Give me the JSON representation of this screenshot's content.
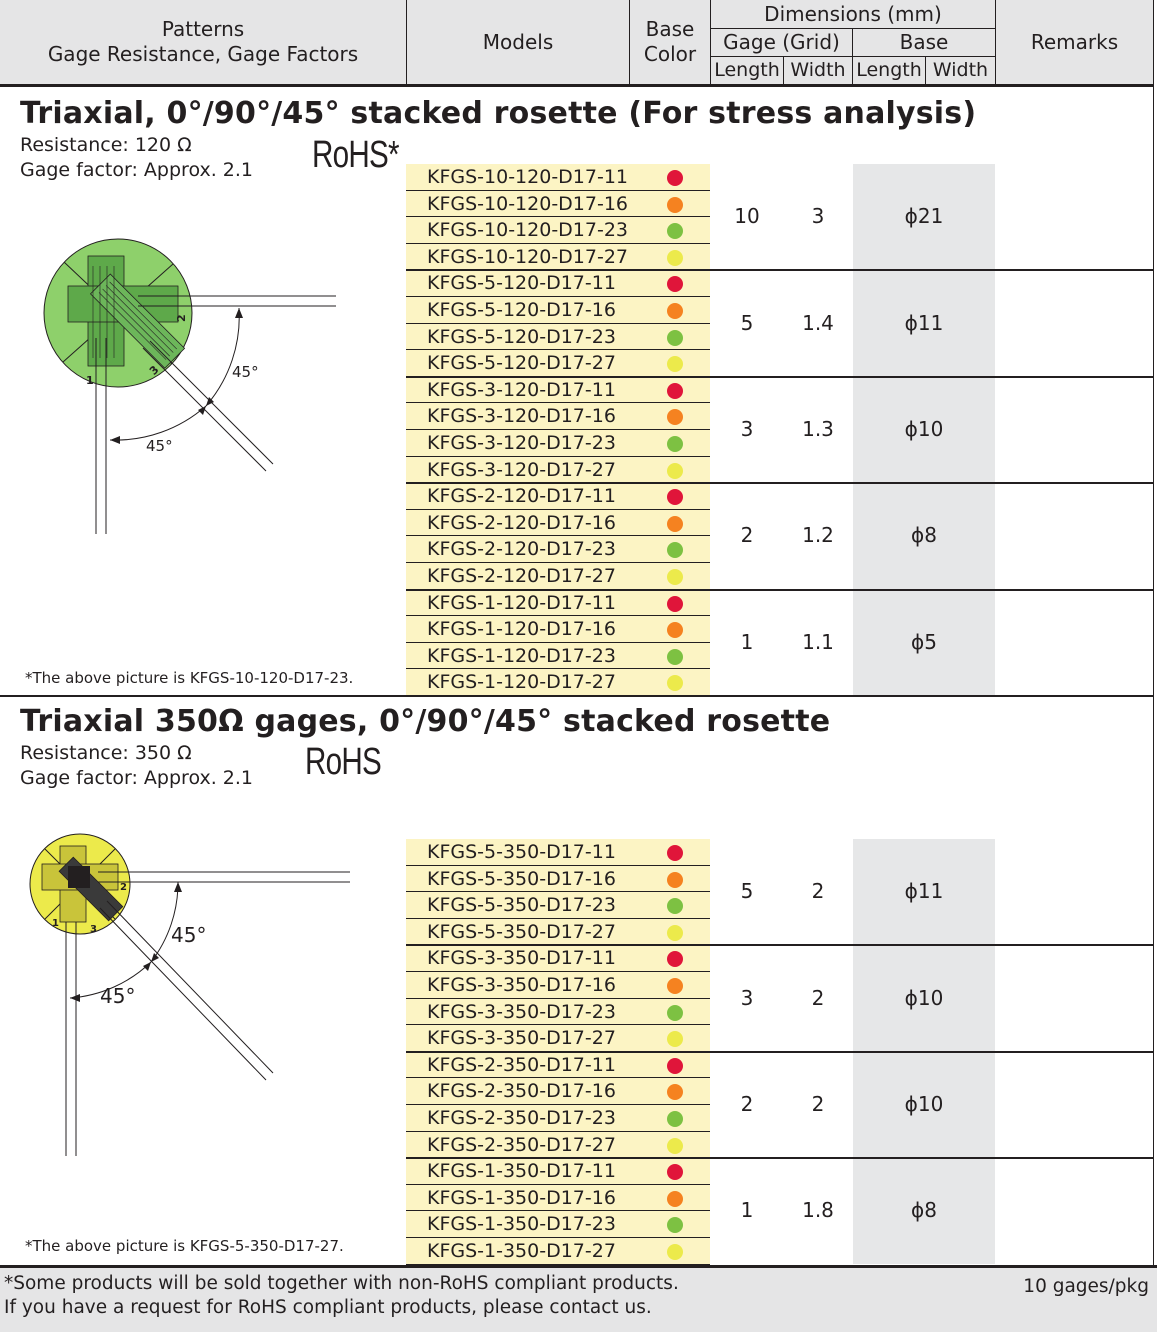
{
  "header": {
    "patterns": "Patterns",
    "patterns_sub": "Gage Resistance, Gage Factors",
    "models": "Models",
    "base_color_1": "Base",
    "base_color_2": "Color",
    "dimensions": "Dimensions (mm)",
    "gage_grid": "Gage (Grid)",
    "base": "Base",
    "length": "Length",
    "width": "Width",
    "remarks": "Remarks"
  },
  "section1": {
    "title": "Triaxial, 0°/90°/45° stacked rosette (For stress analysis)",
    "resistance": "Resistance: 120 Ω",
    "gage_factor": "Gage factor: Approx. 2.1",
    "rohs": "RoHS*",
    "note": "*The above picture is KFGS-10-120-D17-23.",
    "angle_a": "45°",
    "angle_b": "45°",
    "groups": [
      {
        "models": [
          "KFGS-10-120-D17-11",
          "KFGS-10-120-D17-16",
          "KFGS-10-120-D17-23",
          "KFGS-10-120-D17-27"
        ],
        "length": "10",
        "width": "3",
        "base": "ϕ21"
      },
      {
        "models": [
          "KFGS-5-120-D17-11",
          "KFGS-5-120-D17-16",
          "KFGS-5-120-D17-23",
          "KFGS-5-120-D17-27"
        ],
        "length": "5",
        "width": "1.4",
        "base": "ϕ11"
      },
      {
        "models": [
          "KFGS-3-120-D17-11",
          "KFGS-3-120-D17-16",
          "KFGS-3-120-D17-23",
          "KFGS-3-120-D17-27"
        ],
        "length": "3",
        "width": "1.3",
        "base": "ϕ10"
      },
      {
        "models": [
          "KFGS-2-120-D17-11",
          "KFGS-2-120-D17-16",
          "KFGS-2-120-D17-23",
          "KFGS-2-120-D17-27"
        ],
        "length": "2",
        "width": "1.2",
        "base": "ϕ8"
      },
      {
        "models": [
          "KFGS-1-120-D17-11",
          "KFGS-1-120-D17-16",
          "KFGS-1-120-D17-23",
          "KFGS-1-120-D17-27"
        ],
        "length": "1",
        "width": "1.1",
        "base": "ϕ5"
      }
    ]
  },
  "section2": {
    "title": "Triaxial 350Ω gages, 0°/90°/45° stacked rosette",
    "resistance": "Resistance: 350 Ω",
    "gage_factor": "Gage factor: Approx. 2.1",
    "rohs": "RoHS",
    "note": "*The above picture is KFGS-5-350-D17-27.",
    "angle_a": "45°",
    "angle_b": "45°",
    "groups": [
      {
        "models": [
          "KFGS-5-350-D17-11",
          "KFGS-5-350-D17-16",
          "KFGS-5-350-D17-23",
          "KFGS-5-350-D17-27"
        ],
        "length": "5",
        "width": "2",
        "base": "ϕ11"
      },
      {
        "models": [
          "KFGS-3-350-D17-11",
          "KFGS-3-350-D17-16",
          "KFGS-3-350-D17-23",
          "KFGS-3-350-D17-27"
        ],
        "length": "3",
        "width": "2",
        "base": "ϕ10"
      },
      {
        "models": [
          "KFGS-2-350-D17-11",
          "KFGS-2-350-D17-16",
          "KFGS-2-350-D17-23",
          "KFGS-2-350-D17-27"
        ],
        "length": "2",
        "width": "2",
        "base": "ϕ10"
      },
      {
        "models": [
          "KFGS-1-350-D17-11",
          "KFGS-1-350-D17-16",
          "KFGS-1-350-D17-23",
          "KFGS-1-350-D17-27"
        ],
        "length": "1",
        "width": "1.8",
        "base": "ϕ8"
      }
    ]
  },
  "color_codes": [
    "red",
    "orange",
    "green",
    "yellow"
  ],
  "colors": {
    "red": "#e0153a",
    "orange": "#f58220",
    "green": "#7dc142",
    "yellow": "#ecea4b",
    "model_bg": "#fcf4c4",
    "base_bg": "#e6e7e8"
  },
  "footer": {
    "note_1": "*Some products will be sold together with non-RoHS compliant products.",
    "note_2": "If you have a request for RoHS compliant products, please contact us.",
    "package": "10 gages/pkg"
  }
}
